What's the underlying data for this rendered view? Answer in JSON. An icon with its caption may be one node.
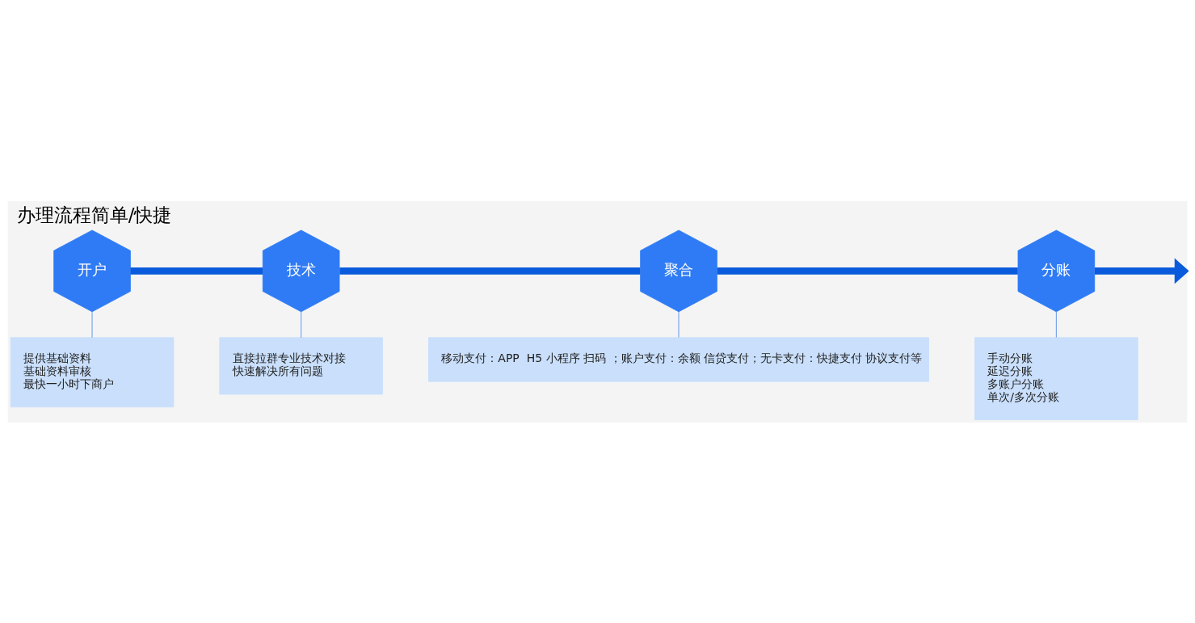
{
  "diagram": {
    "title": "办理流程简单/快捷",
    "nodes": [
      {
        "text": [
          "开户"
        ]
      },
      {
        "text": [
          "技术"
        ]
      },
      {
        "text": [
          "聚合"
        ]
      },
      {
        "text": [
          "分账"
        ]
      },
      {
        "text": [
          "提供基础资料",
          "基础资料审核",
          "最快一小时下商户"
        ]
      },
      {
        "text": [
          "直接拉群专业技术对接",
          "快速解决所有问题"
        ]
      },
      {
        "text": [
          "移动支付：APP  H5 小程序 扫码 ；账户支付：余额 信贷支付；无卡支付：快捷支付 协议支付等"
        ]
      },
      {
        "text": [
          "手动分账",
          "延迟分账",
          "多账户分账",
          "单次/多次分账"
        ]
      }
    ],
    "edges": [
      {
        "from": 0,
        "to": 1,
        "arrow": "none",
        "style": "thick"
      },
      {
        "from": 1,
        "to": 2,
        "arrow": "none",
        "style": "thick"
      },
      {
        "from": 2,
        "to": 3,
        "arrow": "none",
        "style": "thick"
      },
      {
        "from": 3,
        "to": null,
        "arrow": "to",
        "style": "thick"
      },
      {
        "from": 4,
        "to": 0,
        "arrow": "none",
        "color": "#6a9bea"
      },
      {
        "from": 5,
        "to": 1,
        "arrow": "none",
        "color": "#6a9bea"
      },
      {
        "from": 6,
        "to": 2,
        "arrow": "none",
        "color": "#6a9bea"
      },
      {
        "from": 7,
        "to": 3,
        "arrow": "none",
        "color": "#6a9bea"
      }
    ]
  }
}
